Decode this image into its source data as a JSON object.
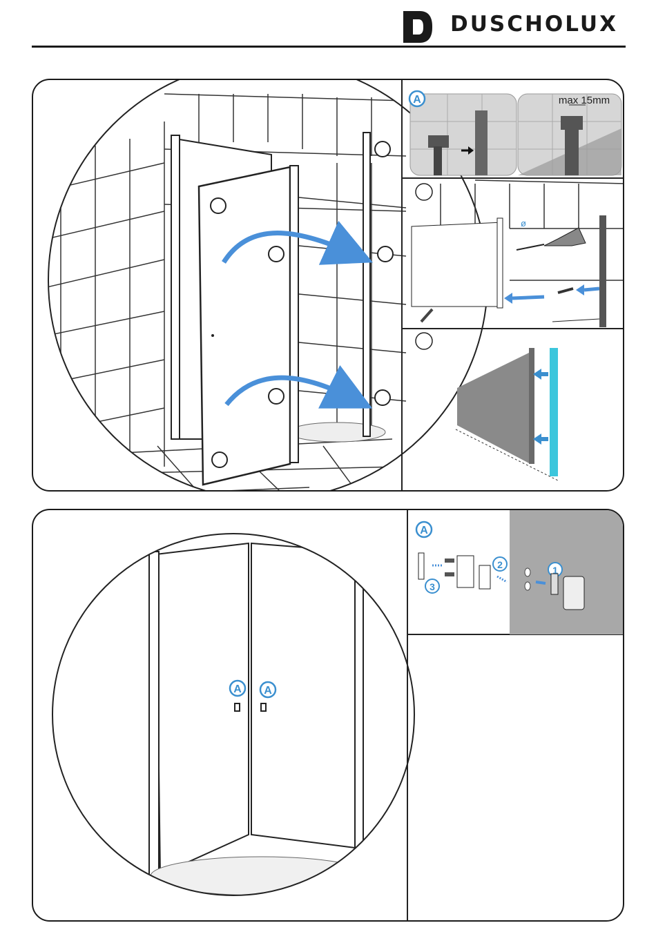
{
  "header": {
    "brand": "DUSCHOLUX",
    "logo_icon": "duscholux-d-logo-icon"
  },
  "panel_top": {
    "detail_a_marker": "A",
    "max_gap_label": "max 15mm",
    "diameter_symbol": "ø"
  },
  "panel_bottom": {
    "detail_a_marker": "A",
    "door_markers": [
      "A",
      "A"
    ],
    "step_numbers": [
      "1",
      "2",
      "3"
    ]
  },
  "colors": {
    "accent_blue": "#4a90d9",
    "cyan_profile": "#3cc6dc",
    "marker_blue": "#3a8fcf",
    "grey_panel": "#a8a8a8",
    "ink": "#1a1a1a"
  }
}
